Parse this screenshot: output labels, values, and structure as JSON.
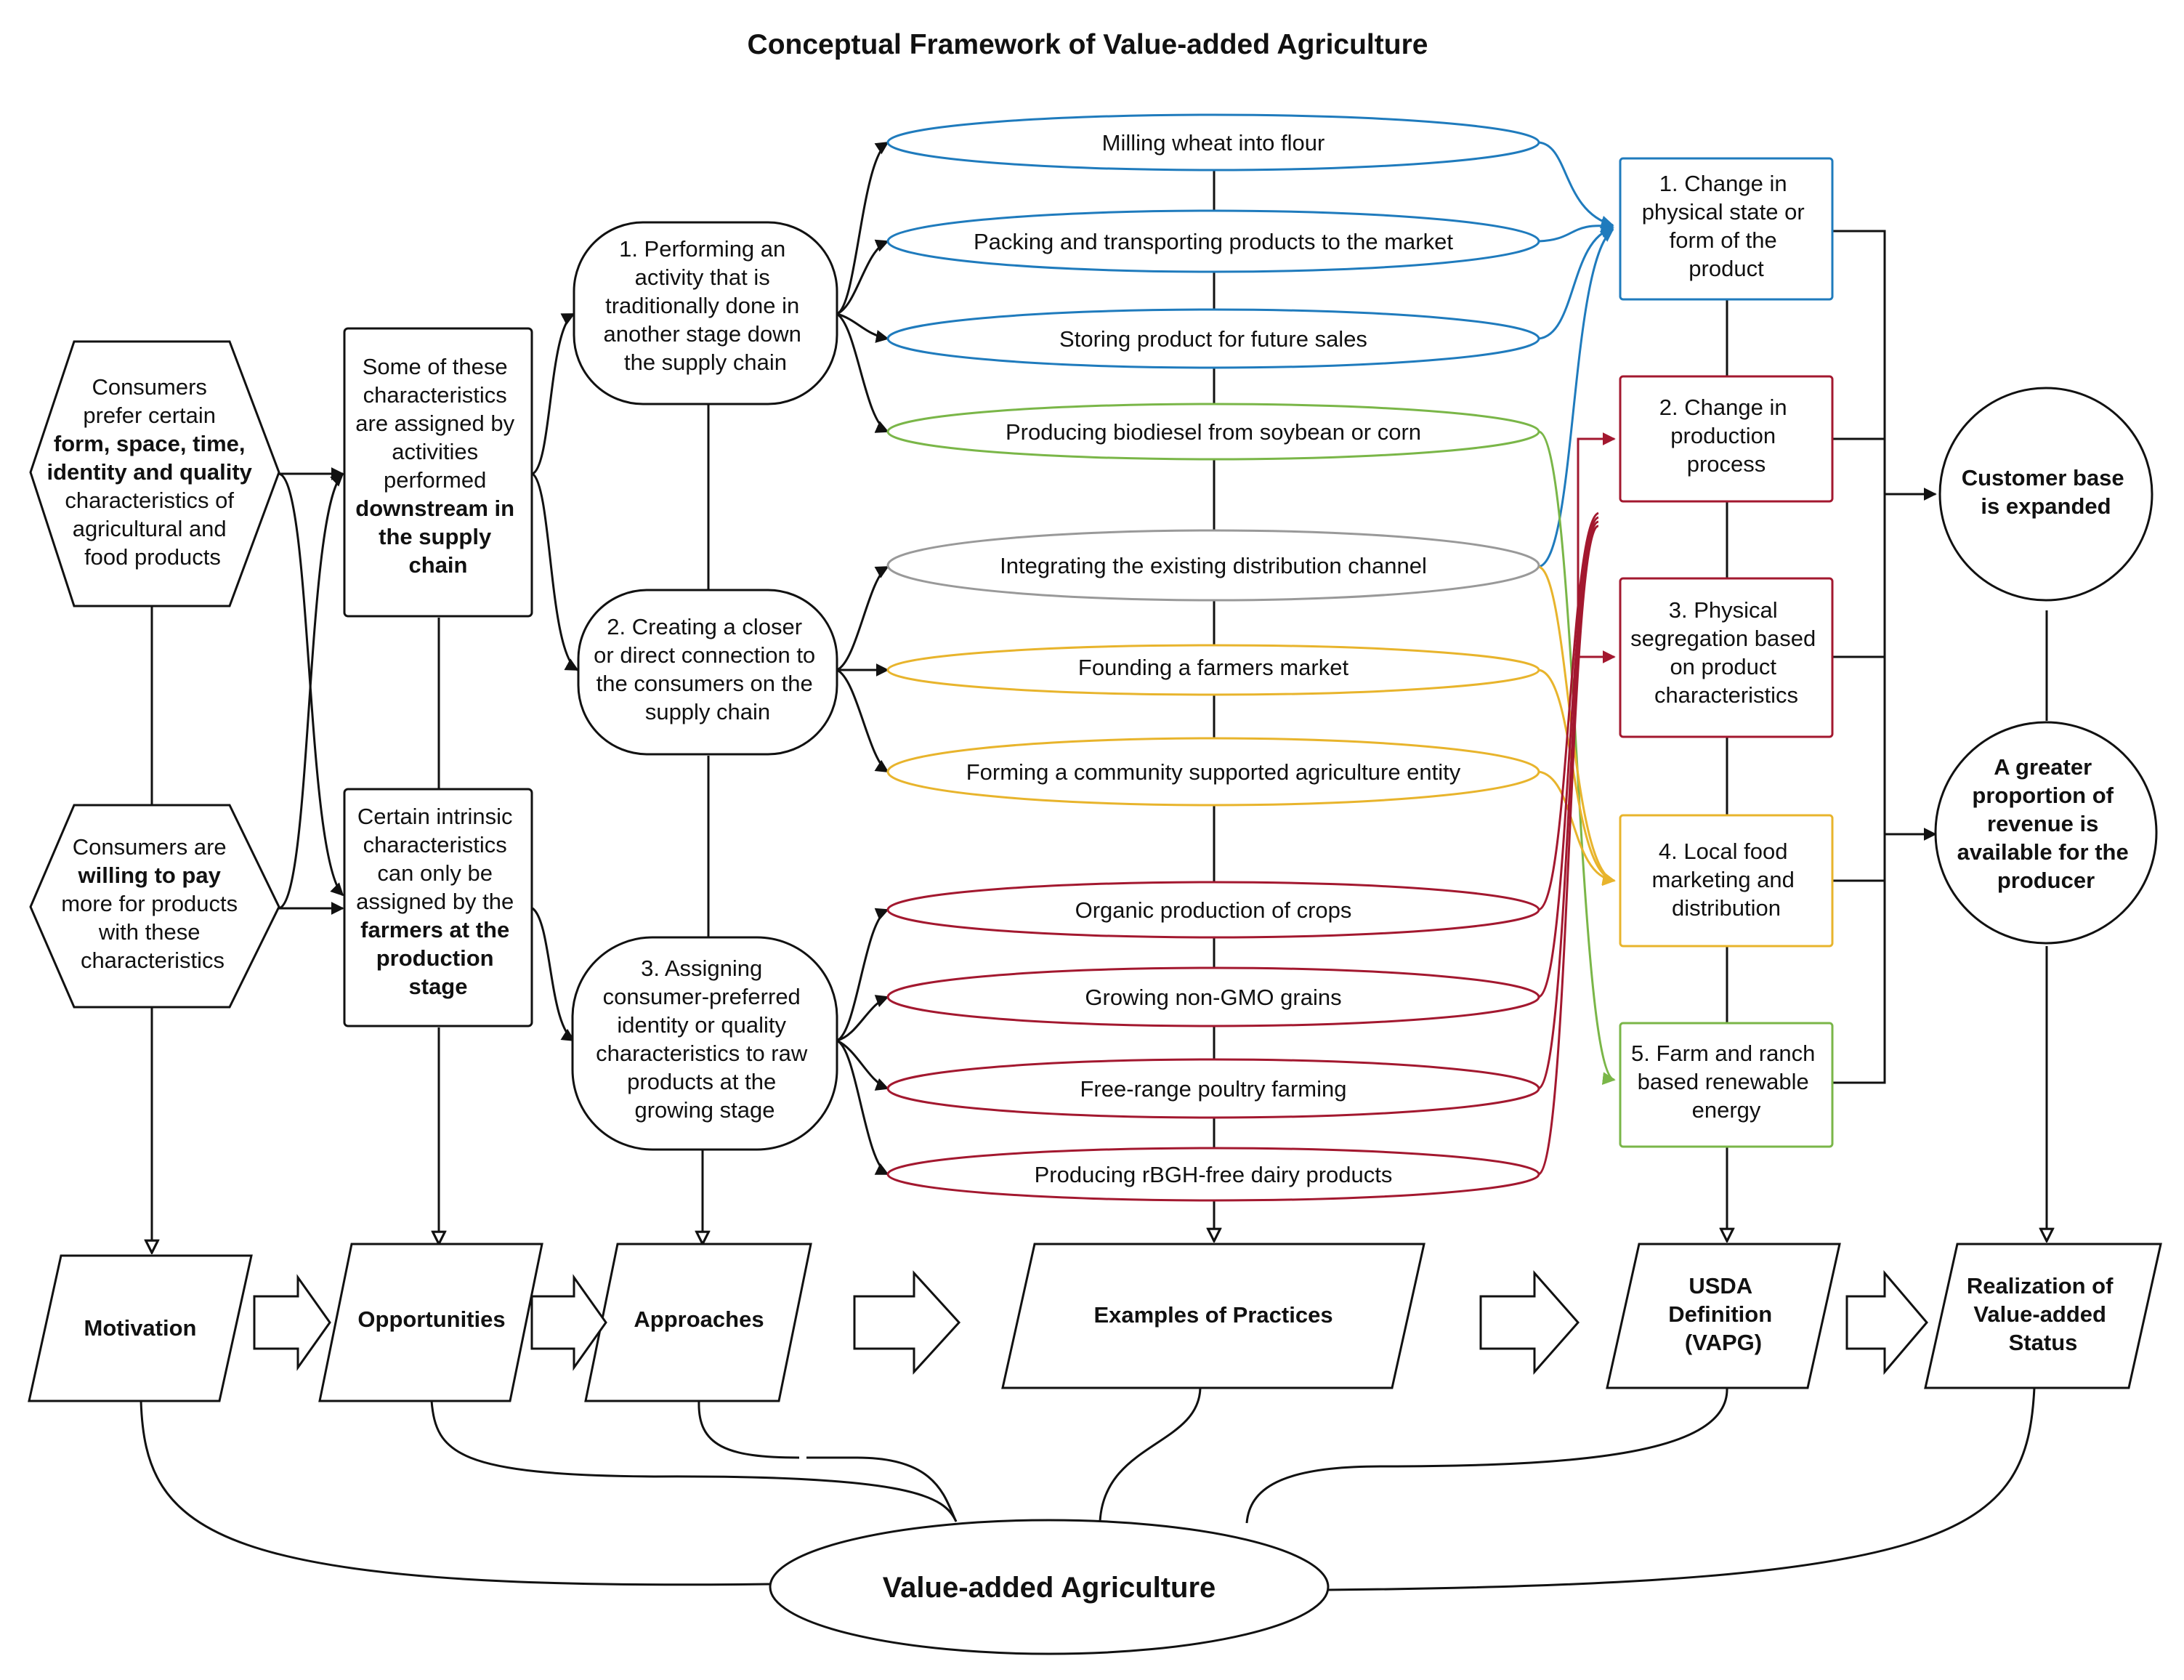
{
  "title": "Conceptual Framework of Value-added Agriculture",
  "colors": {
    "black": "#111111",
    "blue": "#1f7bbd",
    "green": "#7ab648",
    "gray": "#999999",
    "yellow": "#e8b42c",
    "red": "#a3182f"
  },
  "motivation": {
    "prefer": [
      "Consumers",
      "prefer certain",
      "form, space, time,",
      "identity and quality",
      "characteristics of",
      "agricultural and",
      "food products"
    ],
    "pay": [
      "Consumers are",
      "willing to pay",
      "more for products",
      "with these",
      "characteristics"
    ]
  },
  "opportunities": {
    "downstream": [
      "Some of these",
      "characteristics",
      "are assigned by",
      "activities",
      "performed",
      "downstream in",
      "the supply",
      "chain"
    ],
    "intrinsic": [
      "Certain intrinsic",
      "characteristics",
      "can only be",
      "assigned by the",
      "farmers at the",
      "production",
      "stage"
    ]
  },
  "approaches": [
    [
      "1. Performing an",
      "activity that is",
      "traditionally done in",
      "another stage down",
      "the supply chain"
    ],
    [
      "2. Creating a closer",
      "or direct connection to",
      "the consumers on the",
      "supply chain"
    ],
    [
      "3. Assigning",
      "consumer-preferred",
      "identity or quality",
      "characteristics to raw",
      "products at the",
      "growing stage"
    ]
  ],
  "practices": [
    "Milling wheat into flour",
    "Packing and transporting products to the market",
    "Storing product for future sales",
    "Producing biodiesel from soybean or corn",
    "Integrating the existing distribution channel",
    "Founding a farmers market",
    "Forming a community supported agriculture entity",
    "Organic production of crops",
    "Growing non-GMO grains",
    "Free-range poultry farming",
    "Producing rBGH-free dairy products"
  ],
  "usda": [
    [
      "1. Change in",
      "physical state or",
      "form of the",
      "product"
    ],
    [
      "2. Change in",
      "production",
      "process"
    ],
    [
      "3. Physical",
      "segregation based",
      "on product",
      "characteristics"
    ],
    [
      "4. Local food",
      "marketing and",
      "distribution"
    ],
    [
      "5. Farm and ranch",
      "based renewable",
      "energy"
    ]
  ],
  "outcomes": [
    [
      "Customer base",
      "is expanded"
    ],
    [
      "A greater",
      "proportion of",
      "revenue is",
      "available for the",
      "producer"
    ]
  ],
  "categories": [
    [
      "Motivation"
    ],
    [
      "Opportunities"
    ],
    [
      "Approaches"
    ],
    [
      "Examples of Practices"
    ],
    [
      "USDA",
      "Definition",
      "(VAPG)"
    ],
    [
      "Realization of",
      "Value-added",
      "Status"
    ]
  ],
  "center": "Value-added Agriculture"
}
